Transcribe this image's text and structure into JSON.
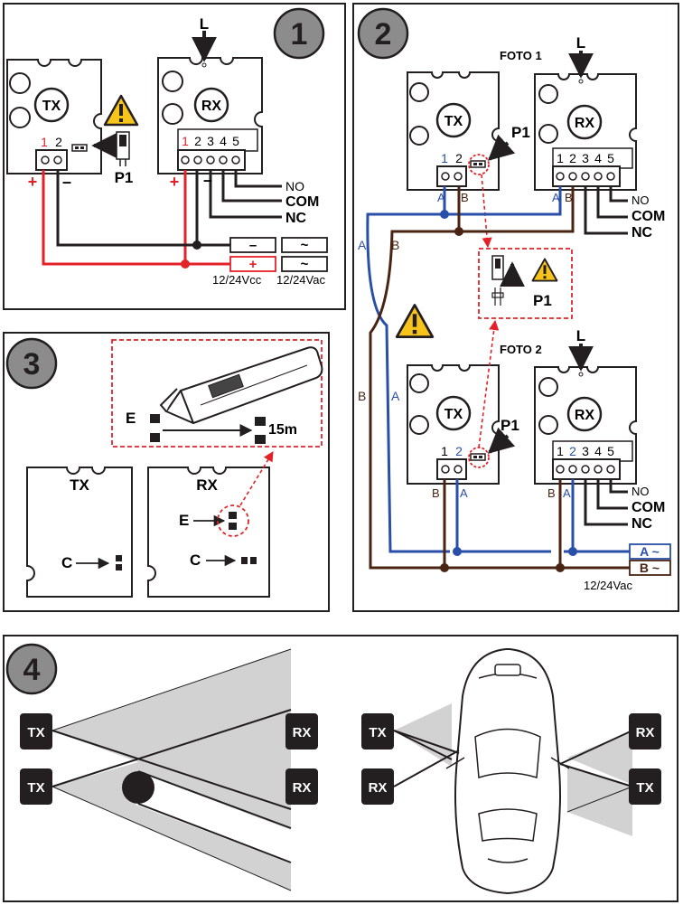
{
  "panels": {
    "p1": {
      "number": "1"
    },
    "p2": {
      "number": "2"
    },
    "p3": {
      "number": "3"
    },
    "p4": {
      "number": "4"
    }
  },
  "labels": {
    "tx": "TX",
    "rx": "RX",
    "l": "L",
    "p1": "P1",
    "no": "NO",
    "com": "COM",
    "nc": "NC",
    "t1": "1",
    "t2": "2",
    "t3": "3",
    "t4": "4",
    "t5": "5",
    "plus": "+",
    "minus": "–",
    "tilde": "~",
    "a": "A",
    "b": "B",
    "e": "E",
    "c": "C",
    "len": "15m",
    "foto1": "FOTO 1",
    "foto2": "FOTO 2",
    "vcc": "12/24Vcc",
    "vac": "12/24Vac",
    "a_tilde": "A ~",
    "b_tilde": "B ~"
  },
  "colors": {
    "red": "#e32228",
    "blue": "#2a4fa8",
    "brown": "#4a2412",
    "dark": "#231f20",
    "badge": "#8c8c8c",
    "warn": "#f7c41b",
    "beam": "#d2d2d2"
  },
  "icons": [
    "warning-icon",
    "arrow-icon",
    "jumper-icon",
    "cutter-icon",
    "car-icon"
  ]
}
